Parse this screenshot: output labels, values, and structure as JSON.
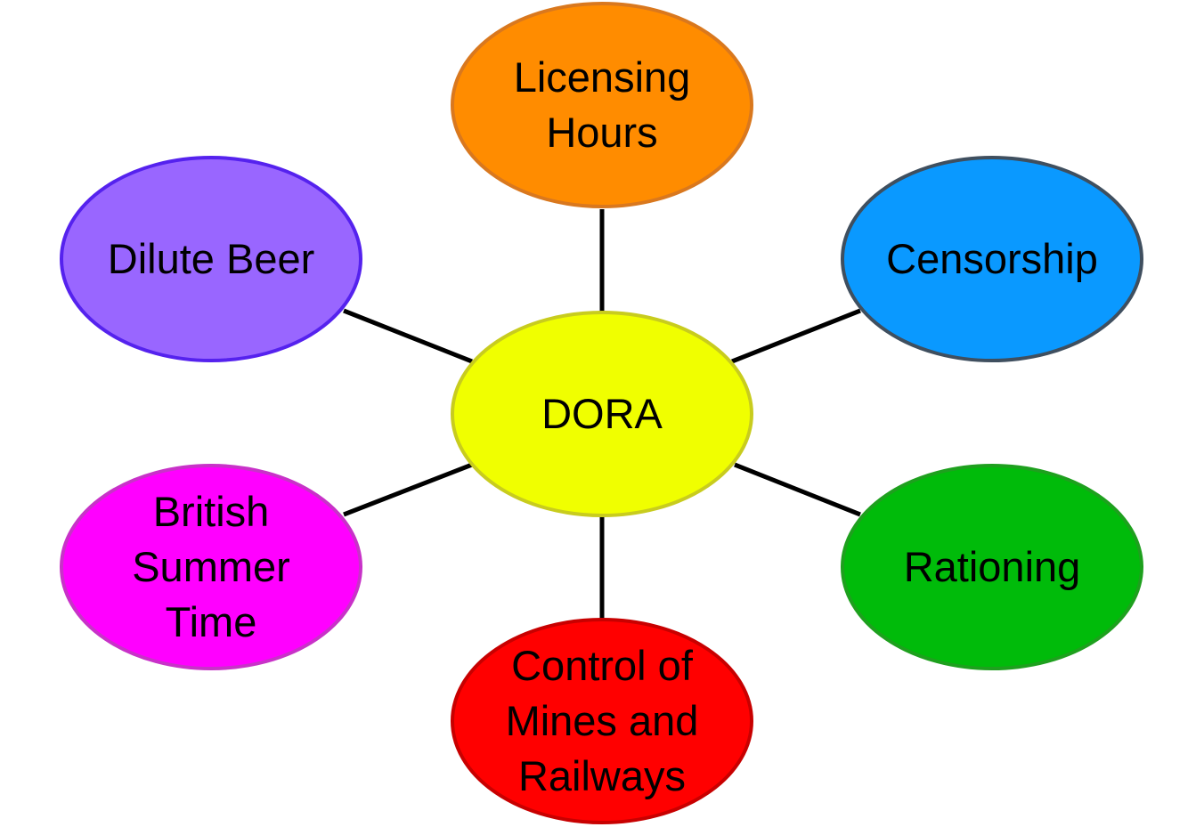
{
  "diagram": {
    "center": {
      "id": "dora",
      "lines": [
        "DORA"
      ],
      "fill": "#f0ff00",
      "stroke": "#c8cc1e"
    },
    "nodes": [
      {
        "id": "licensing-hours",
        "lines": [
          "Licensing",
          "Hours"
        ],
        "fill": "#ff8c00",
        "stroke": "#d9781e"
      },
      {
        "id": "censorship",
        "lines": [
          "Censorship"
        ],
        "fill": "#0a99ff",
        "stroke": "#3f4f5f"
      },
      {
        "id": "rationing",
        "lines": [
          "Rationing"
        ],
        "fill": "#00bb0a",
        "stroke": "#1ea01e"
      },
      {
        "id": "control-of-mines-and-railways",
        "lines": [
          "Control of",
          "Mines and",
          "Railways"
        ],
        "fill": "#ff0000",
        "stroke": "#c80000"
      },
      {
        "id": "british-summer-time",
        "lines": [
          "British",
          "Summer",
          "Time"
        ],
        "fill": "#ff00ff",
        "stroke": "#c832c8"
      },
      {
        "id": "dilute-beer",
        "lines": [
          "Dilute Beer"
        ],
        "fill": "#9966ff",
        "stroke": "#5522ee"
      }
    ],
    "connector_color": "#000000"
  }
}
